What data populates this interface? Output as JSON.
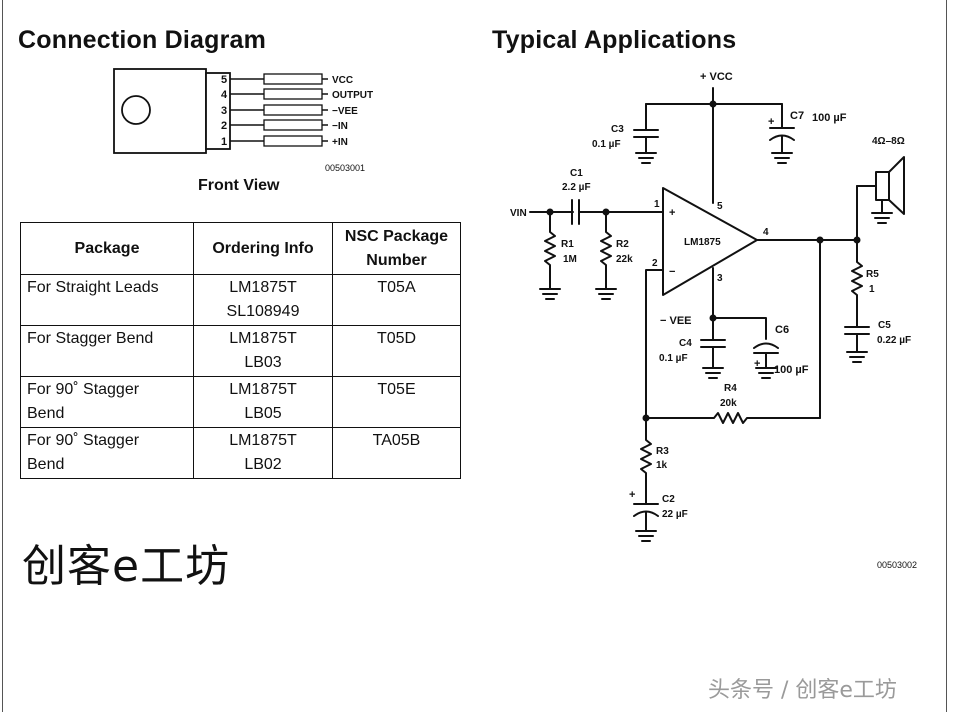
{
  "connection": {
    "title": "Connection Diagram",
    "pins": [
      {
        "num": "5",
        "label": "VCC"
      },
      {
        "num": "4",
        "label": "OUTPUT"
      },
      {
        "num": "3",
        "label": "−VEE"
      },
      {
        "num": "2",
        "label": "−IN"
      },
      {
        "num": "1",
        "label": "+IN"
      }
    ],
    "part_code": "00503001",
    "view_label": "Front View"
  },
  "table": {
    "headers": [
      "Package",
      "Ordering Info",
      "NSC Package Number"
    ],
    "rows": [
      {
        "package": "For Straight Leads",
        "ordering": [
          "LM1875T",
          "SL108949"
        ],
        "nsc": "T05A"
      },
      {
        "package": "For Stagger Bend",
        "ordering": [
          "LM1875T",
          "LB03"
        ],
        "nsc": "T05D"
      },
      {
        "package": "For 90˚ Stagger Bend",
        "ordering": [
          "LM1875T",
          "LB05"
        ],
        "nsc": "T05E"
      },
      {
        "package": "For 90˚ Stagger Bend",
        "ordering": [
          "LM1875T",
          "LB02"
        ],
        "nsc": "TA05B"
      }
    ]
  },
  "applications": {
    "title": "Typical Applications",
    "part_code": "00503002",
    "labels": {
      "vcc": "+ VCC",
      "c3": "C3",
      "c3_val": "0.1 µF",
      "c7": "C7",
      "c7_val": "100 µF",
      "c1": "C1",
      "c1_val": "2.2 µF",
      "vin": "VIN",
      "r1": "R1",
      "r1_val": "1M",
      "r2": "R2",
      "r2_val": "22k",
      "ic": "LM1875",
      "pin1": "1",
      "pin2": "2",
      "pin3": "3",
      "pin4": "4",
      "pin5": "5",
      "plus": "+",
      "minus": "−",
      "speaker": "4Ω–8Ω",
      "r5": "R5",
      "r5_val": "1",
      "c5": "C5",
      "c5_val": "0.22 µF",
      "vee": "− VEE",
      "c4": "C4",
      "c4_val": "0.1 µF",
      "c6": "C6",
      "c6_val": "100 µF",
      "r4": "R4",
      "r4_val": "20k",
      "r3": "R3",
      "r3_val": "1k",
      "c2": "C2",
      "c2_val": "22 µF"
    }
  },
  "overlay": {
    "chinese_title": "创客e工坊",
    "watermark": "头条号 / 创客e工坊"
  }
}
